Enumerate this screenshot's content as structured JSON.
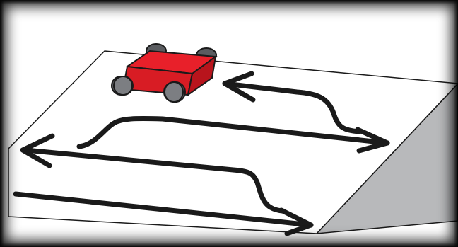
{
  "diagram": {
    "subject": "robot-path-on-inclined-ramp",
    "colors": {
      "background": "#ffffff",
      "surface_top": "#ffffff",
      "surface_side": "#b8b9bb",
      "outline": "#1a1a1a",
      "path": "#1a1a1a",
      "robot_body": "#e8202a",
      "robot_body_dark": "#b8141c",
      "robot_wheel": "#5a5c60",
      "robot_wheel_hub": "#7c7e82",
      "vignette": "#000000"
    },
    "path_segments": [
      {
        "direction": "right"
      },
      {
        "direction": "left"
      },
      {
        "direction": "right"
      },
      {
        "direction": "left"
      }
    ]
  }
}
